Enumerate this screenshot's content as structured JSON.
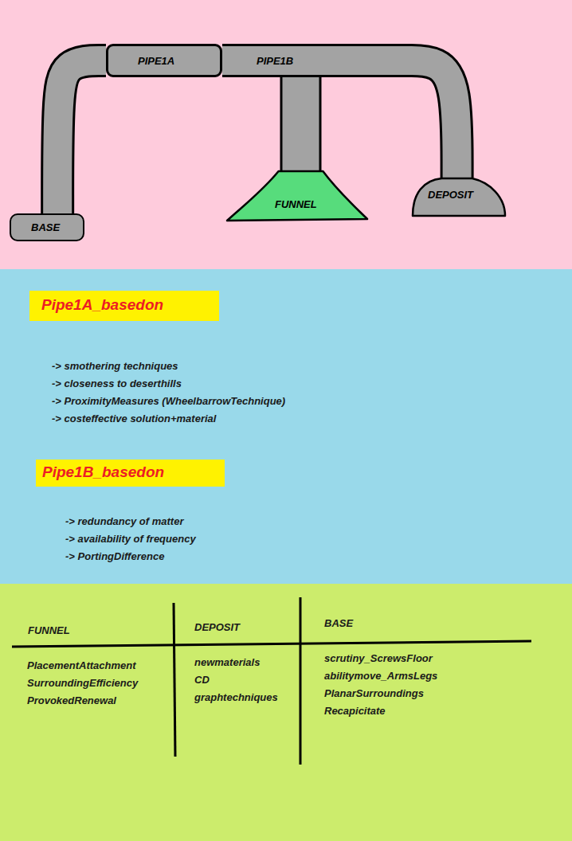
{
  "diagram": {
    "nodes": [
      {
        "text": [
          "PIPE1A"
        ]
      },
      {
        "text": [
          "PIPE1B"
        ]
      },
      {
        "text": [
          "FUNNEL"
        ]
      },
      {
        "text": [
          "DEPOSIT"
        ]
      },
      {
        "text": [
          "BASE"
        ]
      },
      {
        "text": [
          "Pipe1A_basedon"
        ]
      },
      {
        "text": [
          "Pipe1B_basedon"
        ]
      }
    ],
    "edges": [
      {
        "from": 4,
        "to": 0,
        "arrow": "none"
      },
      {
        "from": 0,
        "to": 1,
        "arrow": "none"
      },
      {
        "from": 1,
        "to": 2,
        "arrow": "none"
      },
      {
        "from": 1,
        "to": 3,
        "arrow": "none"
      }
    ],
    "labels": [
      "-> smothering techniques",
      "-> closeness to deserthills",
      "-> ProximityMeasures (WheelbarrowTechnique)",
      "-> costeffective solution+material",
      "-> redundancy of matter",
      "-> availability of frequency",
      "-> PortingDifference",
      "FUNNEL",
      "DEPOSIT",
      "BASE",
      "PlacementAttachment",
      "SurroundingEfficiency",
      "ProvokedRenewal",
      "newmaterials",
      "CD",
      "graphtechniques",
      "scrutiny_ScrewsFloor",
      "abilitymove_ArmsLegs",
      "PlanarSurroundings",
      "Recapicitate"
    ]
  }
}
